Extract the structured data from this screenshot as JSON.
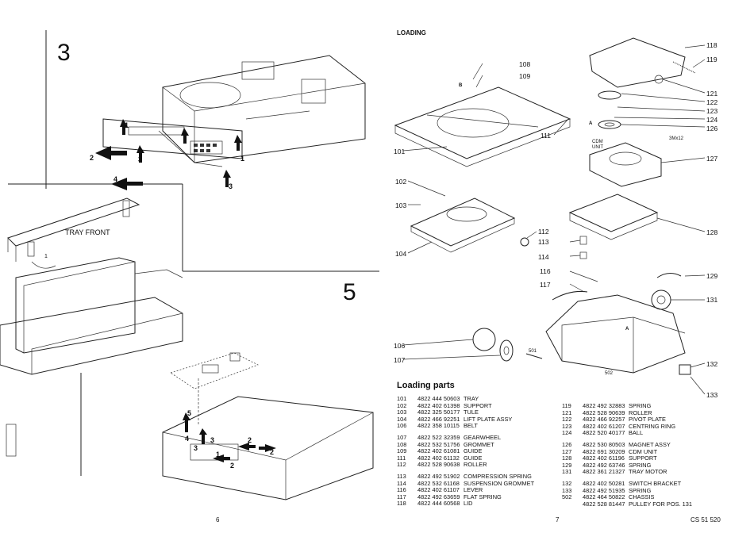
{
  "left_page": {
    "section3_number": "3",
    "section5_number": "5",
    "tray_front_label": "TRAY  FRONT",
    "step_labels": [
      "1",
      "1",
      "2",
      "3",
      "3",
      "4",
      "1",
      "2",
      "3",
      "4",
      "5",
      "2",
      "3",
      "1",
      "2"
    ],
    "page_number": "6"
  },
  "right_page": {
    "heading": "LOADING",
    "cdm_unit_label": "CDM\nUNIT",
    "screw_label": "3Mx12",
    "callouts": [
      "108",
      "109",
      "101",
      "102",
      "103",
      "104",
      "111",
      "112",
      "113",
      "114",
      "116",
      "117",
      "106",
      "107",
      "118",
      "119",
      "121",
      "122",
      "123",
      "124",
      "126",
      "127",
      "128",
      "129",
      "131",
      "132",
      "133",
      "501",
      "502",
      "A",
      "A",
      "B"
    ],
    "parts_title": "Loading parts",
    "parts_left": [
      {
        "pos": "101",
        "code": "4822 444 50603",
        "desc": "TRAY"
      },
      {
        "pos": "102",
        "code": "4822 402 61398",
        "desc": "SUPPORT"
      },
      {
        "pos": "103",
        "code": "4822 325 50177",
        "desc": "TULE"
      },
      {
        "pos": "104",
        "code": "4822 466 92251",
        "desc": "LIFT PLATE ASSY"
      },
      {
        "pos": "106",
        "code": "4822 358 10115",
        "desc": "BELT"
      },
      {
        "pos": "107",
        "code": "4822 522 32359",
        "desc": "GEARWHEEL"
      },
      {
        "pos": "108",
        "code": "4822 532 51756",
        "desc": "GROMMET"
      },
      {
        "pos": "109",
        "code": "4822 402 61081",
        "desc": "GUIDE"
      },
      {
        "pos": "111",
        "code": "4822 402 61132",
        "desc": "GUIDE"
      },
      {
        "pos": "112",
        "code": "4822 528 90638",
        "desc": "ROLLER"
      },
      {
        "pos": "113",
        "code": "4822 492 51902",
        "desc": "COMPRESSION SPRING"
      },
      {
        "pos": "114",
        "code": "4822 532 61168",
        "desc": "SUSPENSION GROMMET"
      },
      {
        "pos": "116",
        "code": "4822 402 61107",
        "desc": "LEVER"
      },
      {
        "pos": "117",
        "code": "4822 492 63659",
        "desc": "FLAT SPRING"
      },
      {
        "pos": "118",
        "code": "4822 444 60568",
        "desc": "LID"
      }
    ],
    "parts_right": [
      {
        "pos": "119",
        "code": "4822 492 32883",
        "desc": "SPRING"
      },
      {
        "pos": "121",
        "code": "4822 528 90639",
        "desc": "ROLLER"
      },
      {
        "pos": "122",
        "code": "4822 466 92257",
        "desc": "PIVOT PLATE"
      },
      {
        "pos": "123",
        "code": "4822 402 61207",
        "desc": "CENTRING RING"
      },
      {
        "pos": "124",
        "code": "4822 520 40177",
        "desc": "BALL"
      },
      {
        "pos": "126",
        "code": "4822 530 80503",
        "desc": "MAGNET ASSY"
      },
      {
        "pos": "127",
        "code": "4822 691 30209",
        "desc": "CDM UNIT"
      },
      {
        "pos": "128",
        "code": "4822 402 61196",
        "desc": "SUPPORT"
      },
      {
        "pos": "129",
        "code": "4822 492 63746",
        "desc": "SPRING"
      },
      {
        "pos": "131",
        "code": "4822 361 21327",
        "desc": "TRAY MOTOR"
      },
      {
        "pos": "132",
        "code": "4822 402 50281",
        "desc": "SWITCH BRACKET"
      },
      {
        "pos": "133",
        "code": "4822 492 51935",
        "desc": "SPRING"
      },
      {
        "pos": "502",
        "code": "4822 464 50822",
        "desc": "CHASSIS"
      },
      {
        "pos": "",
        "code": "4822 528 81447",
        "desc": "PULLEY FOR POS. 131"
      }
    ],
    "page_number": "7",
    "doc_code": "CS 51 520"
  }
}
